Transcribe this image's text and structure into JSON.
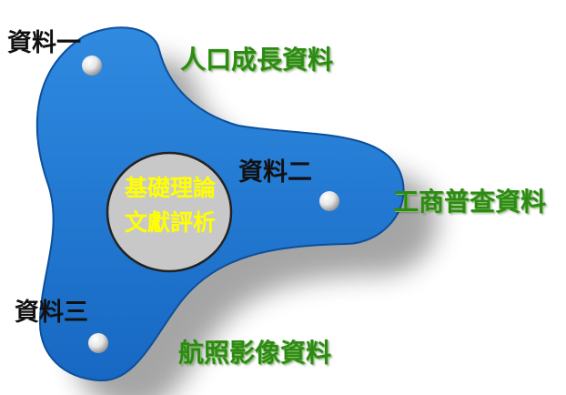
{
  "center": {
    "line1": "基礎理論",
    "line2": "文獻評析"
  },
  "nodes": [
    {
      "label": "資料一",
      "source": "人口成長資料"
    },
    {
      "label": "資料二",
      "source": "工商普查資料"
    },
    {
      "label": "資料三",
      "source": "航照影像資料"
    }
  ],
  "colors": {
    "shape_fill": "#1e7ad4",
    "shape_stroke": "#0d4f99",
    "center_fill": "#c8c8c8",
    "center_text": "#ffff00",
    "source_text": "#2e8a14",
    "node_text": "#111111"
  }
}
